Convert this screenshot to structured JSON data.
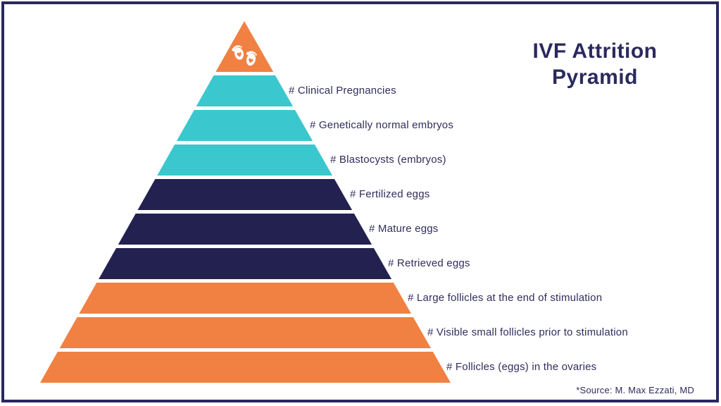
{
  "title": {
    "text": "IVF Attrition Pyramid"
  },
  "source": {
    "text": "*Source: M. Max Ezzati, MD"
  },
  "icons": {
    "baby_feet_heart": "♥"
  },
  "colors": {
    "background": "#FFFFFF",
    "border": "#292861",
    "label_text": "#302D5C",
    "title_text": "#2B2A5E",
    "orange": "#F08142",
    "teal": "#3BC7CE",
    "navy": "#232150"
  },
  "pyramid": {
    "apex": {
      "color": "#F08142",
      "icon": "baby-feet"
    },
    "layers": [
      {
        "label": "# Clinical Pregnancies",
        "color": "#3BC7CE"
      },
      {
        "label": "# Genetically normal embryos",
        "color": "#3BC7CE"
      },
      {
        "label": "# Blastocysts (embryos)",
        "color": "#3BC7CE"
      },
      {
        "label": "# Fertilized eggs",
        "color": "#232150"
      },
      {
        "label": "# Mature eggs",
        "color": "#232150"
      },
      {
        "label": "# Retrieved eggs",
        "color": "#232150"
      },
      {
        "label": "# Large follicles at the end of stimulation",
        "color": "#F08142"
      },
      {
        "label": "# Visible small follicles prior to stimulation",
        "color": "#F08142"
      },
      {
        "label": "# Follicles (eggs) in the ovaries",
        "color": "#F08142"
      }
    ]
  }
}
